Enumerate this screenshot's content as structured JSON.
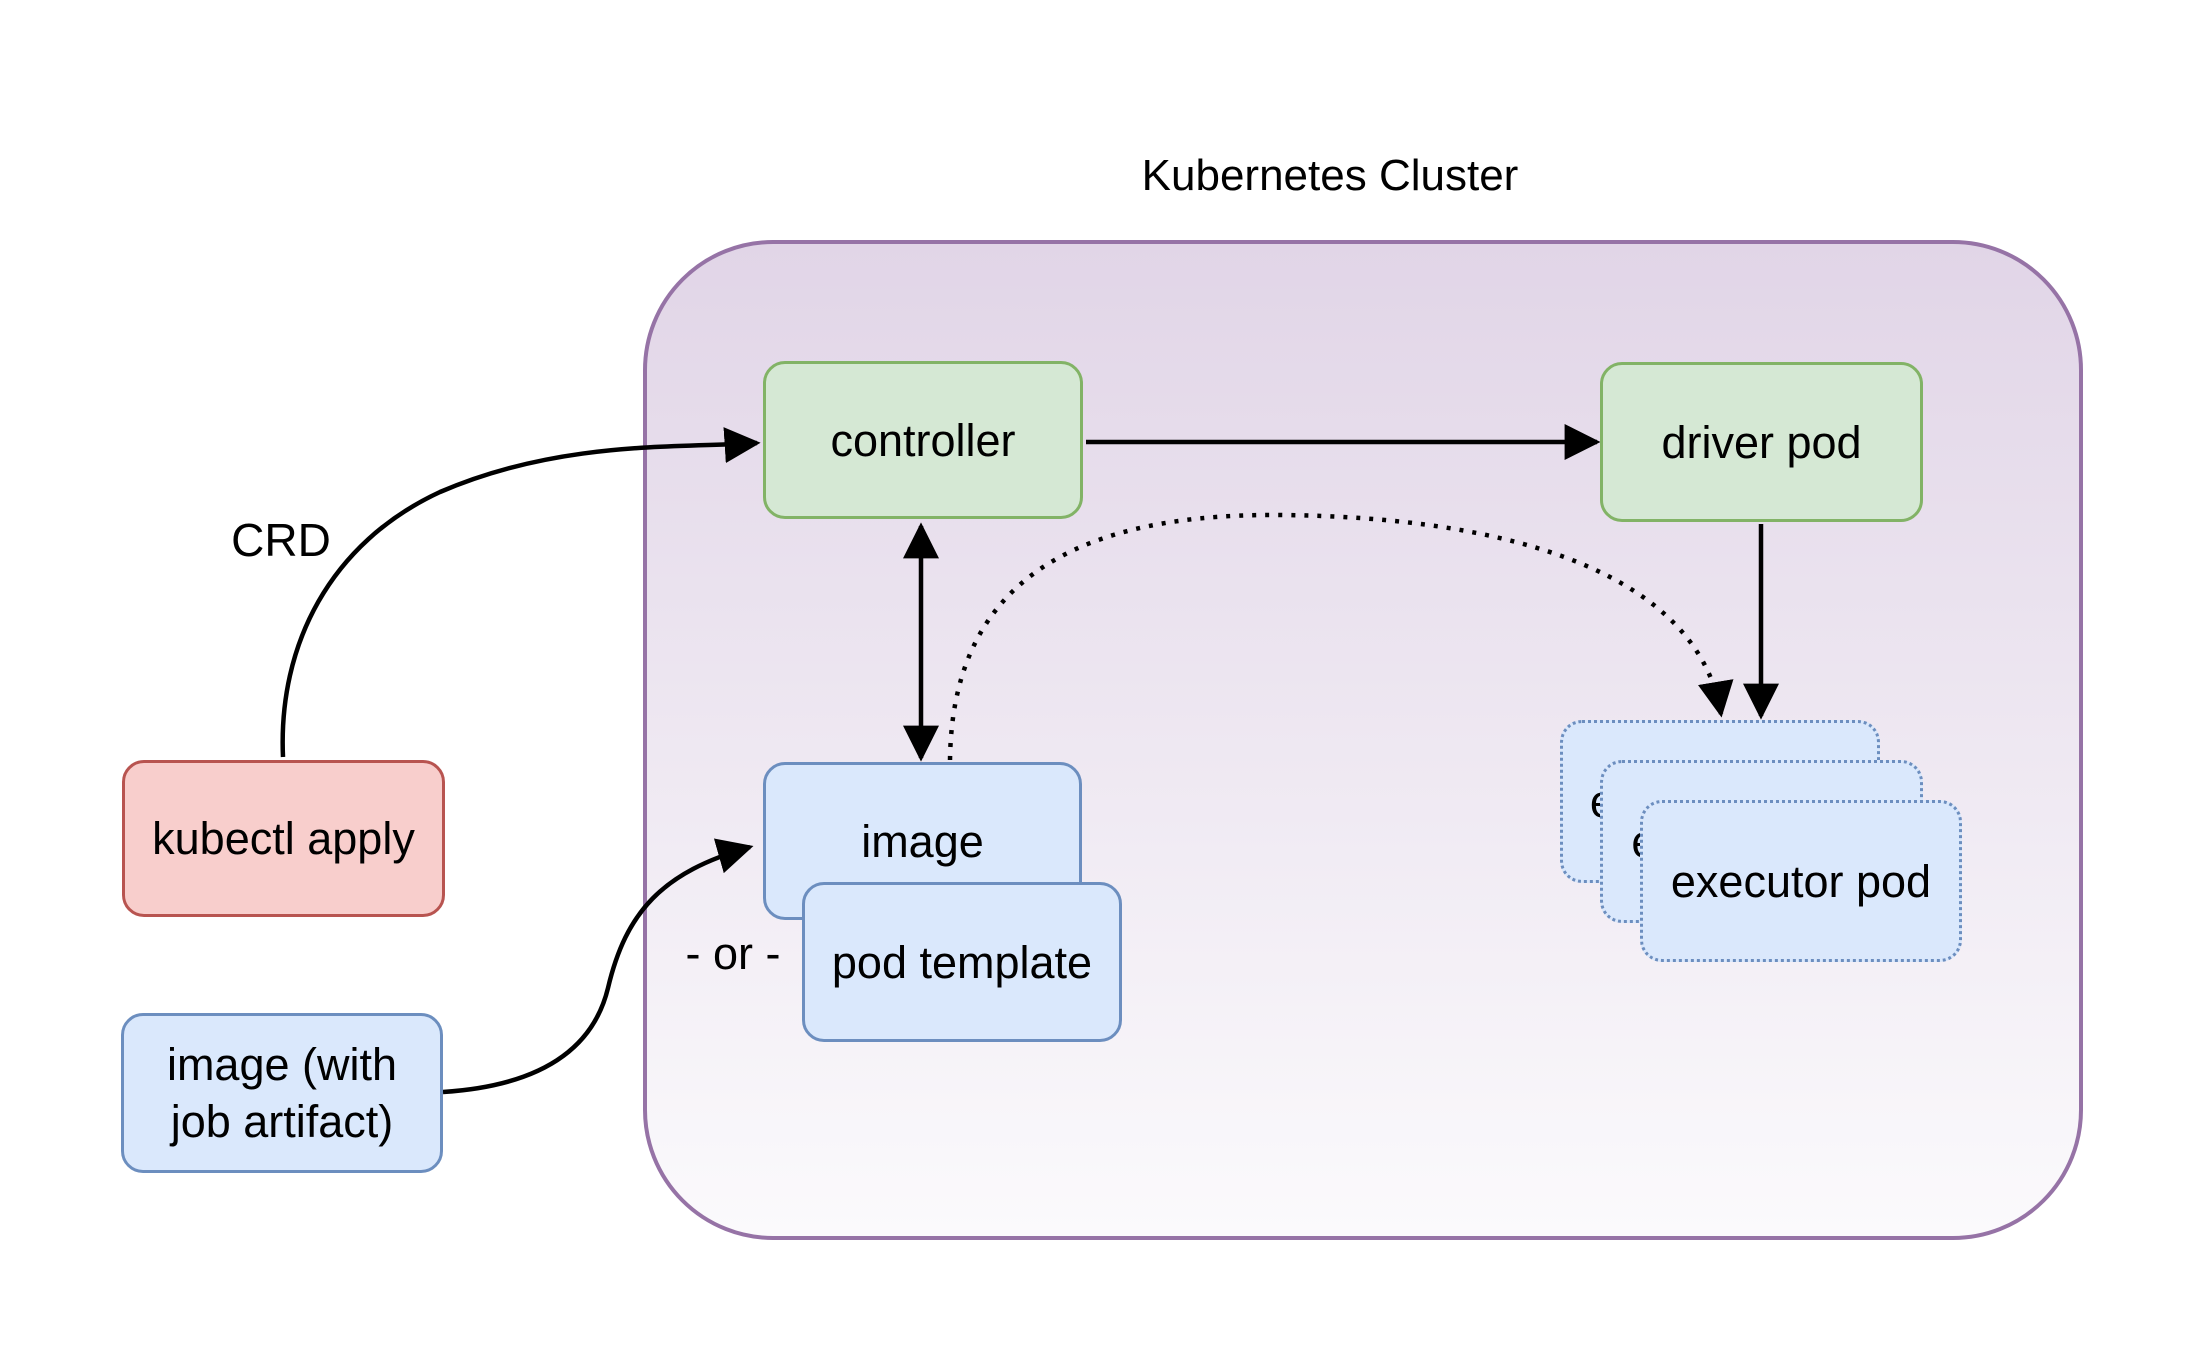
{
  "title": "Kubernetes Cluster",
  "nodes": {
    "controller": {
      "label": "controller"
    },
    "driver_pod": {
      "label": "driver pod"
    },
    "image": {
      "label": "image"
    },
    "pod_template": {
      "label": "pod template"
    },
    "kubectl_apply": {
      "label": "kubectl apply"
    },
    "image_with_job_artifact": {
      "label_line1": "image (with",
      "label_line2": "job artifact)"
    },
    "executor_pod": {
      "label": "executor pod",
      "count": 3
    }
  },
  "edge_labels": {
    "crd": "CRD",
    "or": "- or -"
  },
  "edges": [
    {
      "from": "kubectl_apply",
      "to": "controller",
      "style": "solid-curve",
      "label": "CRD"
    },
    {
      "from": "controller",
      "to": "driver_pod",
      "style": "solid"
    },
    {
      "from": "controller",
      "to": "image",
      "style": "solid-double-arrow"
    },
    {
      "from": "driver_pod",
      "to": "executor_pod",
      "style": "solid"
    },
    {
      "from": "image",
      "to": "executor_pod",
      "style": "dotted-curve"
    },
    {
      "from": "image_with_job_artifact",
      "to": "image",
      "style": "solid-curve"
    }
  ],
  "palette": {
    "cluster-border": "#9673a6",
    "cluster-fill-top": "#e1d5e7",
    "cluster-fill-bottom": "#fbfafc",
    "green-fill": "#d5e8d4",
    "green-border": "#82b366",
    "blue-fill": "#dae8fc",
    "blue-border": "#6c8ebf",
    "red-fill": "#f8cecc",
    "red-border": "#b85450",
    "arrow": "#000000",
    "text": "#000000"
  }
}
